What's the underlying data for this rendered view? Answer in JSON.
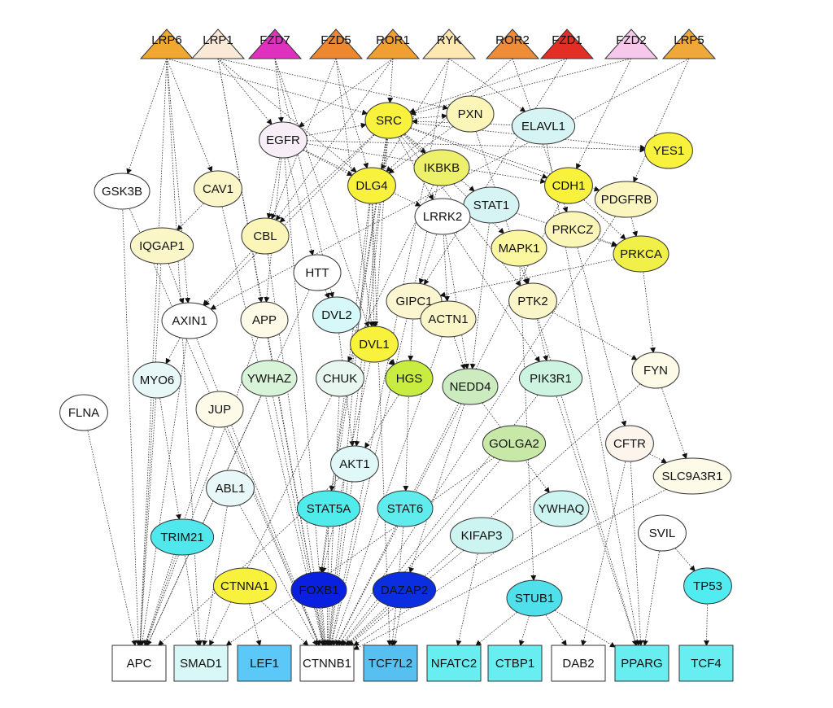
{
  "nodes": [
    {
      "id": "LRP6",
      "label": "LRP6",
      "shape": "triangle",
      "color": "#f0a830"
    },
    {
      "id": "LRP1",
      "label": "LRP1",
      "shape": "triangle",
      "color": "#fbe9d8"
    },
    {
      "id": "FZD7",
      "label": "FZD7",
      "shape": "triangle",
      "color": "#e030c0"
    },
    {
      "id": "FZD5",
      "label": "FZD5",
      "shape": "triangle",
      "color": "#ee8830"
    },
    {
      "id": "ROR1",
      "label": "ROR1",
      "shape": "triangle",
      "color": "#f0a030"
    },
    {
      "id": "RYK",
      "label": "RYK",
      "shape": "triangle",
      "color": "#fce8b0"
    },
    {
      "id": "ROR2",
      "label": "ROR2",
      "shape": "triangle",
      "color": "#ee8c38"
    },
    {
      "id": "FZD1",
      "label": "FZD1",
      "shape": "triangle",
      "color": "#e42e25"
    },
    {
      "id": "FZD2",
      "label": "FZD2",
      "shape": "triangle",
      "color": "#f8c8ec"
    },
    {
      "id": "LRP5",
      "label": "LRP5",
      "shape": "triangle",
      "color": "#f0a838"
    },
    {
      "id": "SRC",
      "label": "SRC",
      "shape": "ellipse",
      "color": "#f8f23c"
    },
    {
      "id": "PXN",
      "label": "PXN",
      "shape": "ellipse",
      "color": "#fbf6b8"
    },
    {
      "id": "ELAVL1",
      "label": "ELAVL1",
      "shape": "ellipse",
      "color": "#d6f4f4"
    },
    {
      "id": "EGFR",
      "label": "EGFR",
      "shape": "ellipse",
      "color": "#f8eef8"
    },
    {
      "id": "YES1",
      "label": "YES1",
      "shape": "ellipse",
      "color": "#f8f23c"
    },
    {
      "id": "IKBKB",
      "label": "IKBKB",
      "shape": "ellipse",
      "color": "#ecf06a"
    },
    {
      "id": "GSK3B",
      "label": "GSK3B",
      "shape": "ellipse",
      "color": "#ffffff"
    },
    {
      "id": "CAV1",
      "label": "CAV1",
      "shape": "ellipse",
      "color": "#fbf6c8"
    },
    {
      "id": "DLG4",
      "label": "DLG4",
      "shape": "ellipse",
      "color": "#f8f23c"
    },
    {
      "id": "CDH1",
      "label": "CDH1",
      "shape": "ellipse",
      "color": "#f8f23c"
    },
    {
      "id": "STAT1",
      "label": "STAT1",
      "shape": "ellipse",
      "color": "#d6f4f4"
    },
    {
      "id": "PDGFRB",
      "label": "PDGFRB",
      "shape": "ellipse",
      "color": "#fbf6c0"
    },
    {
      "id": "LRRK2",
      "label": "LRRK2",
      "shape": "ellipse",
      "color": "#ffffff"
    },
    {
      "id": "CBL",
      "label": "CBL",
      "shape": "ellipse",
      "color": "#fbf6b8"
    },
    {
      "id": "PRKCZ",
      "label": "PRKCZ",
      "shape": "ellipse",
      "color": "#fbf6b8"
    },
    {
      "id": "IQGAP1",
      "label": "IQGAP1",
      "shape": "ellipse",
      "color": "#fbf6c8"
    },
    {
      "id": "MAPK1",
      "label": "MAPK1",
      "shape": "ellipse",
      "color": "#fbf6a0"
    },
    {
      "id": "PRKCA",
      "label": "PRKCA",
      "shape": "ellipse",
      "color": "#f0f048"
    },
    {
      "id": "HTT",
      "label": "HTT",
      "shape": "ellipse",
      "color": "#ffffff"
    },
    {
      "id": "GIPC1",
      "label": "GIPC1",
      "shape": "ellipse",
      "color": "#fbf6d0"
    },
    {
      "id": "PTK2",
      "label": "PTK2",
      "shape": "ellipse",
      "color": "#fbf6c8"
    },
    {
      "id": "AXIN1",
      "label": "AXIN1",
      "shape": "ellipse",
      "color": "#ffffff"
    },
    {
      "id": "APP",
      "label": "APP",
      "shape": "ellipse",
      "color": "#fdfbe8"
    },
    {
      "id": "DVL2",
      "label": "DVL2",
      "shape": "ellipse",
      "color": "#d6f8f8"
    },
    {
      "id": "ACTN1",
      "label": "ACTN1",
      "shape": "ellipse",
      "color": "#fbf6c8"
    },
    {
      "id": "DVL1",
      "label": "DVL1",
      "shape": "ellipse",
      "color": "#f8f23c"
    },
    {
      "id": "FYN",
      "label": "FYN",
      "shape": "ellipse",
      "color": "#fdfbe8"
    },
    {
      "id": "MYO6",
      "label": "MYO6",
      "shape": "ellipse",
      "color": "#e8f8f8"
    },
    {
      "id": "YWHAZ",
      "label": "YWHAZ",
      "shape": "ellipse",
      "color": "#d8f4d8"
    },
    {
      "id": "CHUK",
      "label": "CHUK",
      "shape": "ellipse",
      "color": "#e8f8f0"
    },
    {
      "id": "HGS",
      "label": "HGS",
      "shape": "ellipse",
      "color": "#c8ec40"
    },
    {
      "id": "NEDD4",
      "label": "NEDD4",
      "shape": "ellipse",
      "color": "#ccecc0"
    },
    {
      "id": "PIK3R1",
      "label": "PIK3R1",
      "shape": "ellipse",
      "color": "#ccf4e0"
    },
    {
      "id": "FLNA",
      "label": "FLNA",
      "shape": "ellipse",
      "color": "#ffffff"
    },
    {
      "id": "JUP",
      "label": "JUP",
      "shape": "ellipse",
      "color": "#fdfbe8"
    },
    {
      "id": "GOLGA2",
      "label": "GOLGA2",
      "shape": "ellipse",
      "color": "#c8e8a8"
    },
    {
      "id": "CFTR",
      "label": "CFTR",
      "shape": "ellipse",
      "color": "#fdf4ec"
    },
    {
      "id": "AKT1",
      "label": "AKT1",
      "shape": "ellipse",
      "color": "#e0f8f8"
    },
    {
      "id": "SLC9A3R1",
      "label": "SLC9A3R1",
      "shape": "ellipse",
      "color": "#fdfbe8"
    },
    {
      "id": "ABL1",
      "label": "ABL1",
      "shape": "ellipse",
      "color": "#e8f8f8"
    },
    {
      "id": "STAT5A",
      "label": "STAT5A",
      "shape": "ellipse",
      "color": "#50ecec"
    },
    {
      "id": "STAT6",
      "label": "STAT6",
      "shape": "ellipse",
      "color": "#60ecec"
    },
    {
      "id": "YWHAQ",
      "label": "YWHAQ",
      "shape": "ellipse",
      "color": "#ccf4f0"
    },
    {
      "id": "SVIL",
      "label": "SVIL",
      "shape": "ellipse",
      "color": "#ffffff"
    },
    {
      "id": "TRIM21",
      "label": "TRIM21",
      "shape": "ellipse",
      "color": "#50e8ec"
    },
    {
      "id": "KIFAP3",
      "label": "KIFAP3",
      "shape": "ellipse",
      "color": "#ccf4f0"
    },
    {
      "id": "CTNNA1",
      "label": "CTNNA1",
      "shape": "ellipse",
      "color": "#f8f23c"
    },
    {
      "id": "FOXB1",
      "label": "FOXB1",
      "shape": "ellipse",
      "color": "#0a20e0"
    },
    {
      "id": "DAZAP2",
      "label": "DAZAP2",
      "shape": "ellipse",
      "color": "#0a2ee0"
    },
    {
      "id": "STUB1",
      "label": "STUB1",
      "shape": "ellipse",
      "color": "#50e0ec"
    },
    {
      "id": "TP53",
      "label": "TP53",
      "shape": "ellipse",
      "color": "#50ecf0"
    },
    {
      "id": "APC",
      "label": "APC",
      "shape": "box",
      "color": "#ffffff"
    },
    {
      "id": "SMAD1",
      "label": "SMAD1",
      "shape": "box",
      "color": "#d8f8f8"
    },
    {
      "id": "LEF1",
      "label": "LEF1",
      "shape": "box",
      "color": "#5cc8f8"
    },
    {
      "id": "CTNNB1",
      "label": "CTNNB1",
      "shape": "box",
      "color": "#ffffff"
    },
    {
      "id": "TCF7L2",
      "label": "TCF7L2",
      "shape": "box",
      "color": "#58c0f0"
    },
    {
      "id": "NFATC2",
      "label": "NFATC2",
      "shape": "box",
      "color": "#68eef0"
    },
    {
      "id": "CTBP1",
      "label": "CTBP1",
      "shape": "box",
      "color": "#68eef0"
    },
    {
      "id": "DAB2",
      "label": "DAB2",
      "shape": "box",
      "color": "#ffffff"
    },
    {
      "id": "PPARG",
      "label": "PPARG",
      "shape": "box",
      "color": "#68eef0"
    },
    {
      "id": "TCF4",
      "label": "TCF4",
      "shape": "box",
      "color": "#68eef0"
    }
  ],
  "edges": [
    [
      "LRP6",
      "GSK3B"
    ],
    [
      "LRP6",
      "CAV1"
    ],
    [
      "LRP6",
      "AXIN1"
    ],
    [
      "LRP6",
      "APC"
    ],
    [
      "LRP6",
      "SMAD1"
    ],
    [
      "LRP6",
      "SRC"
    ],
    [
      "LRP1",
      "EGFR"
    ],
    [
      "LRP1",
      "APP"
    ],
    [
      "LRP1",
      "CTNNB1"
    ],
    [
      "LRP1",
      "DLG4"
    ],
    [
      "LRP1",
      "PXN"
    ],
    [
      "FZD7",
      "DVL2"
    ],
    [
      "FZD7",
      "DVL1"
    ],
    [
      "FZD7",
      "EGFR"
    ],
    [
      "FZD5",
      "DVL1"
    ],
    [
      "FZD5",
      "CBL"
    ],
    [
      "FZD5",
      "DLG4"
    ],
    [
      "ROR1",
      "SRC"
    ],
    [
      "ROR1",
      "CBL"
    ],
    [
      "ROR1",
      "EGFR"
    ],
    [
      "RYK",
      "ELAVL1"
    ],
    [
      "RYK",
      "DLG4"
    ],
    [
      "RYK",
      "CTNNB1"
    ],
    [
      "ROR2",
      "PRKCZ"
    ],
    [
      "ROR2",
      "DLG4"
    ],
    [
      "FZD1",
      "SRC"
    ],
    [
      "FZD1",
      "GIPC1"
    ],
    [
      "FZD2",
      "SRC"
    ],
    [
      "FZD2",
      "CDH1"
    ],
    [
      "LRP5",
      "AXIN1"
    ],
    [
      "LRP5",
      "PDGFRB"
    ],
    [
      "EGFR",
      "SRC"
    ],
    [
      "EGFR",
      "YES1"
    ],
    [
      "EGFR",
      "DLG4"
    ],
    [
      "EGFR",
      "CBL"
    ],
    [
      "EGFR",
      "APP"
    ],
    [
      "EGFR",
      "HTT"
    ],
    [
      "EGFR",
      "LRRK2"
    ],
    [
      "EGFR",
      "CTNNB1"
    ],
    [
      "EGFR",
      "CDH1"
    ],
    [
      "SRC",
      "PXN"
    ],
    [
      "SRC",
      "CDH1"
    ],
    [
      "SRC",
      "IKBKB"
    ],
    [
      "SRC",
      "STAT1"
    ],
    [
      "SRC",
      "LRRK2"
    ],
    [
      "SRC",
      "MAPK1"
    ],
    [
      "SRC",
      "PTK2"
    ],
    [
      "SRC",
      "DVL1"
    ],
    [
      "SRC",
      "AKT1"
    ],
    [
      "SRC",
      "FOXB1"
    ],
    [
      "SRC",
      "STAT5A"
    ],
    [
      "SRC",
      "CTNNB1"
    ],
    [
      "SRC",
      "CBL"
    ],
    [
      "SRC",
      "PDGFRB"
    ],
    [
      "SRC",
      "YES1"
    ],
    [
      "SRC",
      "AXIN1"
    ],
    [
      "PXN",
      "PTK2"
    ],
    [
      "PXN",
      "DLG4"
    ],
    [
      "ELAVL1",
      "PPARG"
    ],
    [
      "ELAVL1",
      "SRC"
    ],
    [
      "IKBKB",
      "CHUK"
    ],
    [
      "IKBKB",
      "CTNNB1"
    ],
    [
      "CAV1",
      "IQGAP1"
    ],
    [
      "CAV1",
      "CTNNB1"
    ],
    [
      "GSK3B",
      "APC"
    ],
    [
      "GSK3B",
      "CTNNB1"
    ],
    [
      "DLG4",
      "CTNNB1"
    ],
    [
      "DLG4",
      "FOXB1"
    ],
    [
      "DLG4",
      "DVL1"
    ],
    [
      "DLG4",
      "TCF7L2"
    ],
    [
      "CDH1",
      "CTNNB1"
    ],
    [
      "CDH1",
      "PRKCA"
    ],
    [
      "STAT1",
      "NEDD4"
    ],
    [
      "STAT1",
      "PRKCA"
    ],
    [
      "PDGFRB",
      "PRKCA"
    ],
    [
      "PDGFRB",
      "CTNNB1"
    ],
    [
      "LRRK2",
      "ACTN1"
    ],
    [
      "LRRK2",
      "NEDD4"
    ],
    [
      "LRRK2",
      "PIK3R1"
    ],
    [
      "LRRK2",
      "GIPC1"
    ],
    [
      "CBL",
      "CTNNB1"
    ],
    [
      "CBL",
      "AXIN1"
    ],
    [
      "PRKCZ",
      "PRKCA"
    ],
    [
      "PRKCZ",
      "CFTR"
    ],
    [
      "IQGAP1",
      "AXIN1"
    ],
    [
      "IQGAP1",
      "APC"
    ],
    [
      "MAPK1",
      "PTK2"
    ],
    [
      "MAPK1",
      "STUB1"
    ],
    [
      "PRKCA",
      "FYN"
    ],
    [
      "PRKCA",
      "GIPC1"
    ],
    [
      "HTT",
      "DVL2"
    ],
    [
      "HTT",
      "APC"
    ],
    [
      "GIPC1",
      "HGS"
    ],
    [
      "PTK2",
      "FYN"
    ],
    [
      "PTK2",
      "PIK3R1"
    ],
    [
      "PTK2",
      "PPARG"
    ],
    [
      "AXIN1",
      "APC"
    ],
    [
      "AXIN1",
      "CTNNB1"
    ],
    [
      "AXIN1",
      "MYO6"
    ],
    [
      "APP",
      "APC"
    ],
    [
      "APP",
      "CTNNB1"
    ],
    [
      "DVL2",
      "HGS"
    ],
    [
      "DVL2",
      "AKT1"
    ],
    [
      "ACTN1",
      "NEDD4"
    ],
    [
      "ACTN1",
      "CTNNB1"
    ],
    [
      "DVL1",
      "HGS"
    ],
    [
      "DVL1",
      "FOXB1"
    ],
    [
      "FYN",
      "SLC9A3R1"
    ],
    [
      "FYN",
      "CTNNB1"
    ],
    [
      "MYO6",
      "APC"
    ],
    [
      "MYO6",
      "TRIM21"
    ],
    [
      "YWHAZ",
      "APC"
    ],
    [
      "YWHAZ",
      "CTNNB1"
    ],
    [
      "CHUK",
      "CTNNB1"
    ],
    [
      "CHUK",
      "SMAD1"
    ],
    [
      "HGS",
      "STAT6"
    ],
    [
      "HGS",
      "AKT1"
    ],
    [
      "NEDD4",
      "DAZAP2"
    ],
    [
      "NEDD4",
      "CTNNB1"
    ],
    [
      "NEDD4",
      "YWHAQ"
    ],
    [
      "PIK3R1",
      "PPARG"
    ],
    [
      "PIK3R1",
      "CTNNB1"
    ],
    [
      "FLNA",
      "APC"
    ],
    [
      "JUP",
      "APC"
    ],
    [
      "JUP",
      "CTNNB1"
    ],
    [
      "GOLGA2",
      "CTNNB1"
    ],
    [
      "GOLGA2",
      "SMAD1"
    ],
    [
      "CFTR",
      "SLC9A3R1"
    ],
    [
      "CFTR",
      "DAB2"
    ],
    [
      "CFTR",
      "PPARG"
    ],
    [
      "AKT1",
      "CTNNB1"
    ],
    [
      "AKT1",
      "APC"
    ],
    [
      "SLC9A3R1",
      "CTNNB1"
    ],
    [
      "ABL1",
      "CTNNB1"
    ],
    [
      "ABL1",
      "SMAD1"
    ],
    [
      "STAT5A",
      "CTNNB1"
    ],
    [
      "STAT6",
      "TCF7L2"
    ],
    [
      "YWHAQ",
      "CTNNB1"
    ],
    [
      "SVIL",
      "TP53"
    ],
    [
      "SVIL",
      "PPARG"
    ],
    [
      "TRIM21",
      "APC"
    ],
    [
      "TRIM21",
      "SMAD1"
    ],
    [
      "KIFAP3",
      "CTNNB1"
    ],
    [
      "KIFAP3",
      "NFATC2"
    ],
    [
      "CTNNA1",
      "CTNNB1"
    ],
    [
      "CTNNA1",
      "LEF1"
    ],
    [
      "FOXB1",
      "CTNNB1"
    ],
    [
      "DAZAP2",
      "CTNNB1"
    ],
    [
      "DAZAP2",
      "TCF7L2"
    ],
    [
      "STUB1",
      "DAB2"
    ],
    [
      "STUB1",
      "PPARG"
    ],
    [
      "STUB1",
      "CTBP1"
    ],
    [
      "STUB1",
      "NFATC2"
    ],
    [
      "TP53",
      "TCF4"
    ]
  ]
}
